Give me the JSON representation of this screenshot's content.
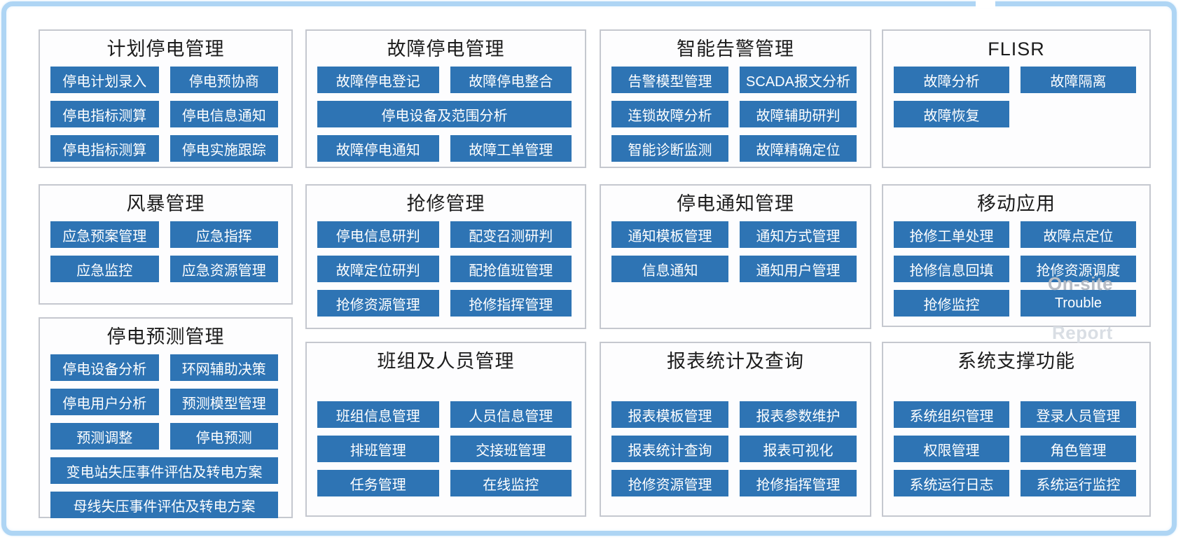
{
  "colors": {
    "button_blue": "#2e74b4",
    "panel_border": "#c5c8cf",
    "frame_border": "#aed5f4",
    "title_text": "#1c1c1c",
    "button_text": "#ffffff"
  },
  "overlays": {
    "on_site": "On-site",
    "report": "Report"
  },
  "panels": [
    {
      "title": "计划停电管理",
      "buttons": [
        "停电计划录入",
        "停电预协商",
        "停电指标测算",
        "停电信息通知",
        "停电指标测算",
        "停电实施跟踪"
      ]
    },
    {
      "title": "故障停电管理",
      "buttons": [
        "故障停电登记",
        "故障停电整合",
        "停电设备及范围分析",
        "故障停电通知",
        "故障工单管理"
      ]
    },
    {
      "title": "智能告警管理",
      "buttons": [
        "告警模型管理",
        "SCADA报文分析",
        "连锁故障分析",
        "故障辅助研判",
        "智能诊断监测",
        "故障精确定位"
      ]
    },
    {
      "title": "FLISR",
      "buttons": [
        "故障分析",
        "故障隔离",
        "故障恢复"
      ]
    },
    {
      "title": "风暴管理",
      "buttons": [
        "应急预案管理",
        "应急指挥",
        "应急监控",
        "应急资源管理"
      ]
    },
    {
      "title": "抢修管理",
      "buttons": [
        "停电信息研判",
        "配变召测研判",
        "故障定位研判",
        "配抢值班管理",
        "抢修资源管理",
        "抢修指挥管理"
      ]
    },
    {
      "title": "停电通知管理",
      "buttons": [
        "通知模板管理",
        "通知方式管理",
        "信息通知",
        "通知用户管理"
      ]
    },
    {
      "title": "移动应用",
      "buttons": [
        "抢修工单处理",
        "故障点定位",
        "抢修信息回填",
        "抢修资源调度",
        "抢修监控",
        "Trouble"
      ]
    },
    {
      "title": "停电预测管理",
      "buttons": [
        "停电设备分析",
        "环网辅助决策",
        "停电用户分析",
        "预测模型管理",
        "预测调整",
        "停电预测",
        "变电站失压事件评估及转电方案",
        "母线失压事件评估及转电方案"
      ]
    },
    {
      "title": "班组及人员管理",
      "buttons": [
        "班组信息管理",
        "人员信息管理",
        "排班管理",
        "交接班管理",
        "任务管理",
        "在线监控"
      ]
    },
    {
      "title": "报表统计及查询",
      "buttons": [
        "报表模板管理",
        "报表参数维护",
        "报表统计查询",
        "报表可视化",
        "抢修资源管理",
        "抢修指挥管理"
      ]
    },
    {
      "title": "系统支撑功能",
      "buttons": [
        "系统组织管理",
        "登录人员管理",
        "权限管理",
        "角色管理",
        "系统运行日志",
        "系统运行监控"
      ]
    }
  ]
}
